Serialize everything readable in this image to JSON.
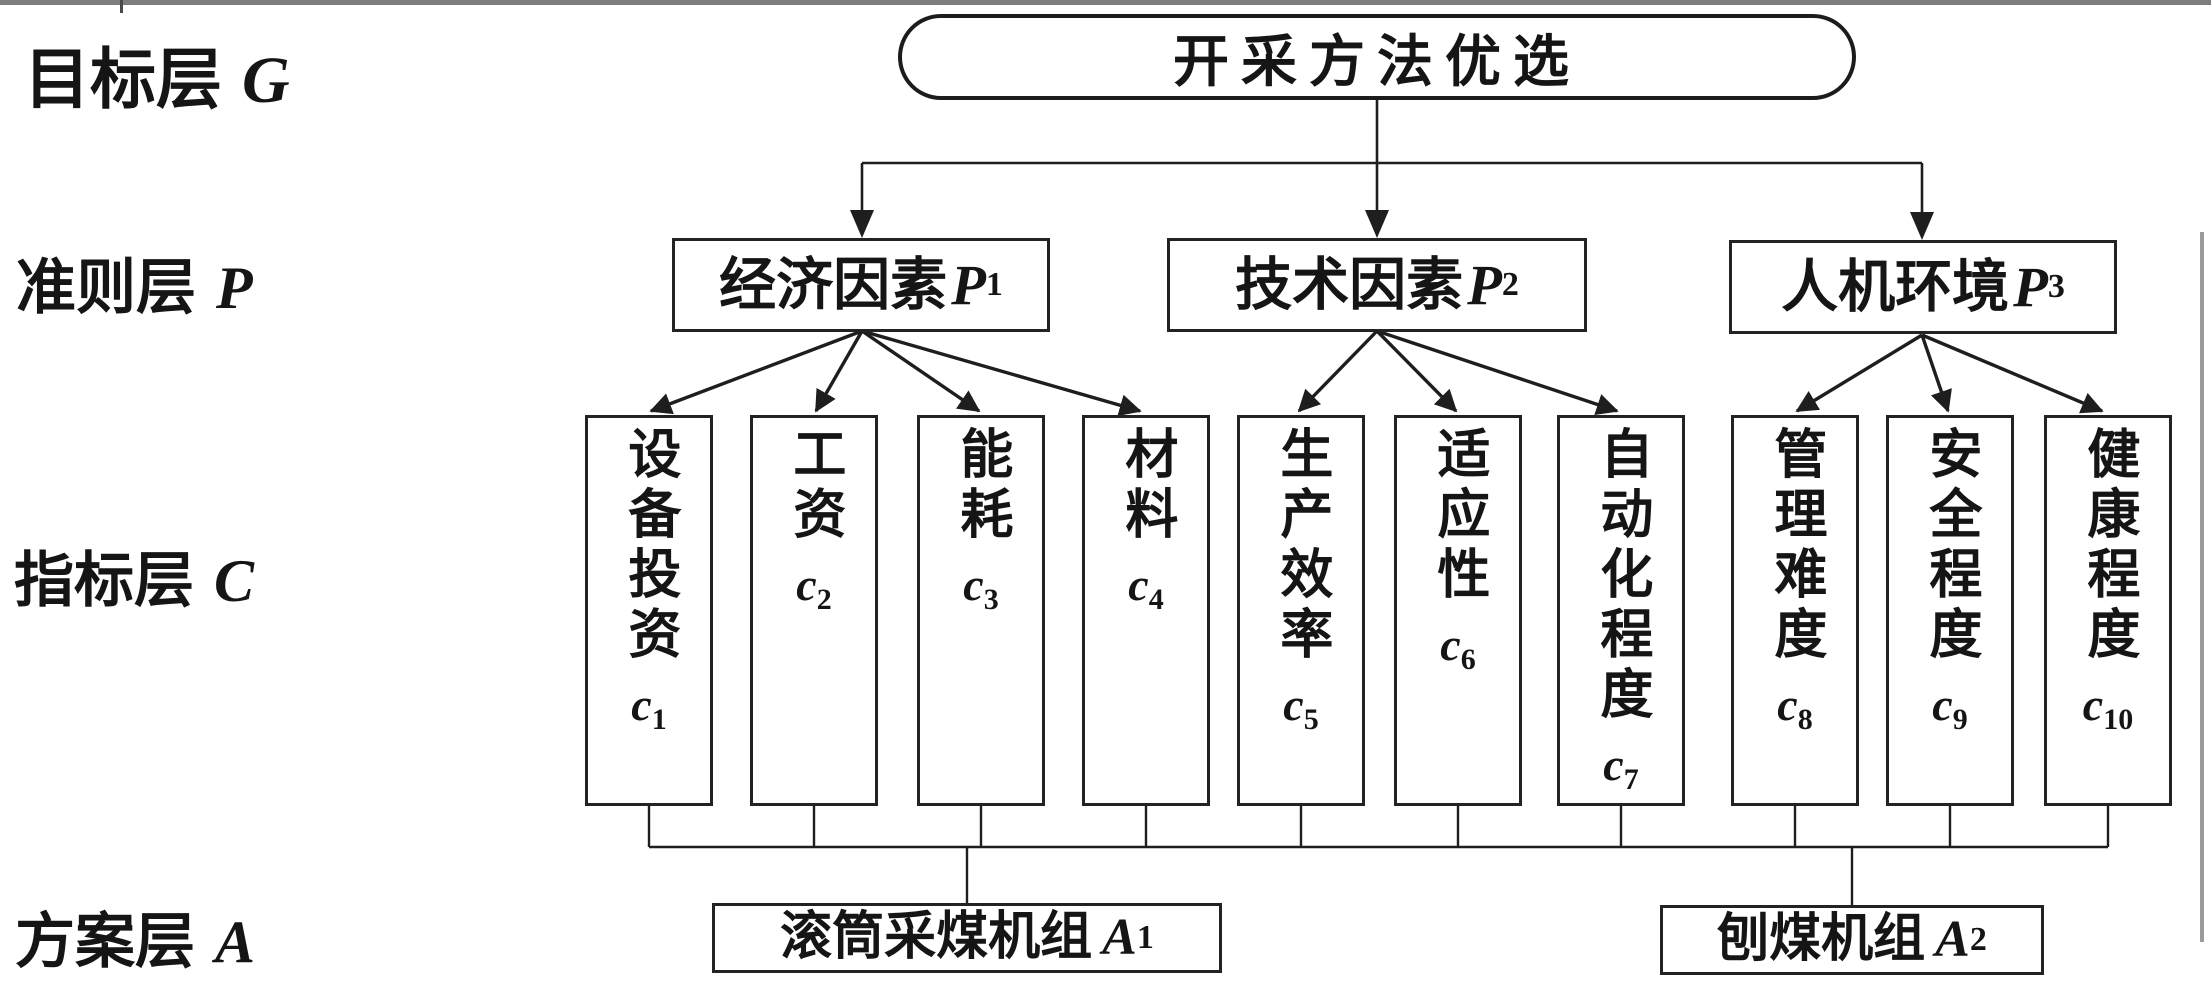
{
  "goal": {
    "text": "开采方法优选"
  },
  "layer_labels": [
    {
      "label": "目标层",
      "symbol": "G"
    },
    {
      "label": "准则层",
      "symbol": "P"
    },
    {
      "label": "指标层",
      "symbol": "C"
    },
    {
      "label": "方案层",
      "symbol": "A"
    }
  ],
  "criteria": [
    {
      "name": "经济因素",
      "sym": "P",
      "sub": "1"
    },
    {
      "name": "技术因素",
      "sym": "P",
      "sub": "2"
    },
    {
      "name": "人机环境",
      "sym": "P",
      "sub": "3"
    }
  ],
  "indicators": [
    {
      "name": "设备投资",
      "sym": "c",
      "sub": "1"
    },
    {
      "name": "工资",
      "sym": "c",
      "sub": "2"
    },
    {
      "name": "能耗",
      "sym": "c",
      "sub": "3"
    },
    {
      "name": "材料",
      "sym": "c",
      "sub": "4"
    },
    {
      "name": "生产效率",
      "sym": "c",
      "sub": "5"
    },
    {
      "name": "适应性",
      "sym": "c",
      "sub": "6"
    },
    {
      "name": "自动化程度",
      "sym": "c",
      "sub": "7"
    },
    {
      "name": "管理难度",
      "sym": "c",
      "sub": "8"
    },
    {
      "name": "安全程度",
      "sym": "c",
      "sub": "9"
    },
    {
      "name": "健康程度",
      "sym": "c",
      "sub": "10"
    }
  ],
  "alternatives": [
    {
      "name": "滚筒采煤机组",
      "sym": "A",
      "sub": "1"
    },
    {
      "name": "刨煤机组",
      "sym": "A",
      "sub": "2"
    }
  ],
  "colors": {
    "line": "#1e1e1e",
    "artifact_gray": "#9a9a9a"
  }
}
